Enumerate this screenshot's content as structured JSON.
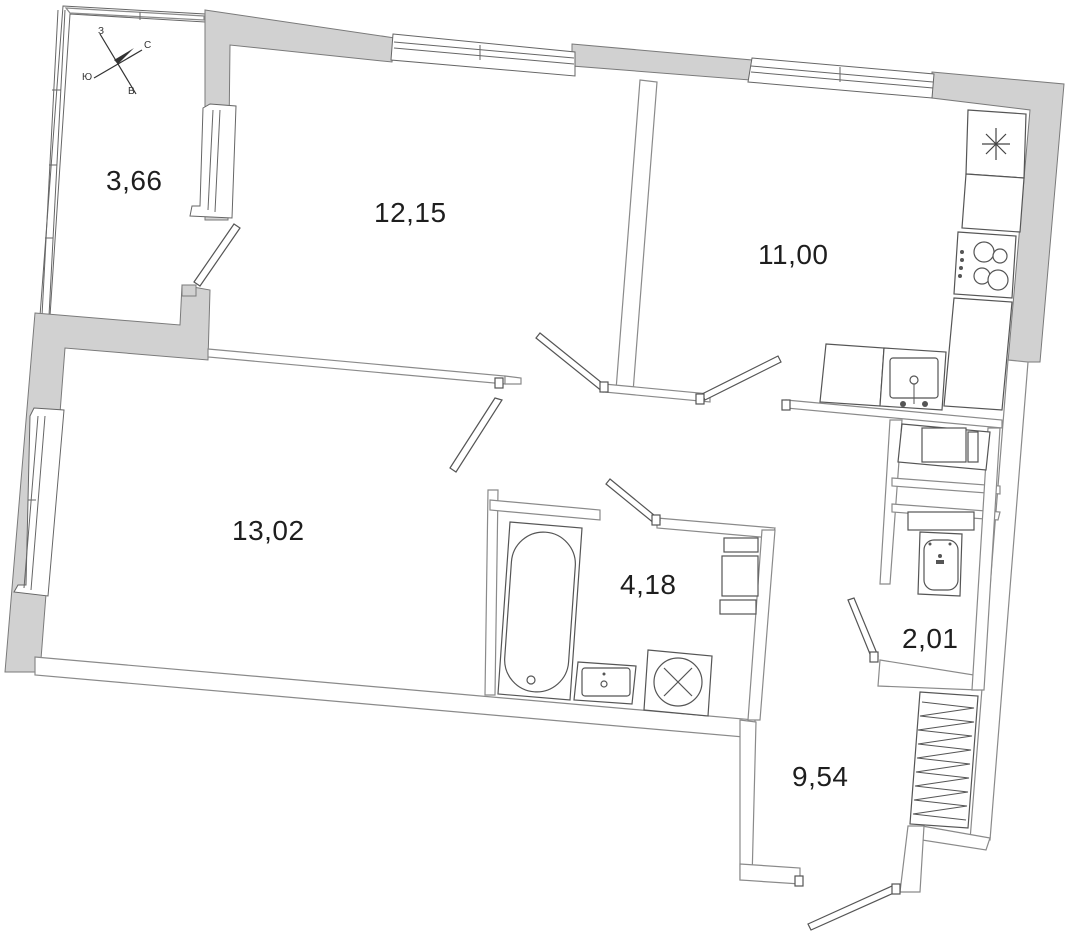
{
  "rooms": [
    {
      "id": "balcony",
      "area": "3,66"
    },
    {
      "id": "bedroom",
      "area": "12,15"
    },
    {
      "id": "kitchen",
      "area": "11,00"
    },
    {
      "id": "living",
      "area": "13,02"
    },
    {
      "id": "bathroom",
      "area": "4,18"
    },
    {
      "id": "toilet",
      "area": "2,01"
    },
    {
      "id": "hallway",
      "area": "9,54"
    }
  ],
  "compass": {
    "north": "С",
    "south": "Ю",
    "west": "З",
    "east": "В"
  },
  "icons": [
    "compass-icon",
    "bathtub-icon",
    "sink-icon",
    "washing-machine-icon",
    "toilet-icon",
    "stove-icon",
    "fridge-icon",
    "wardrobe-icon"
  ],
  "colors": {
    "wall_fill": "#d1d1d1",
    "line": "#555555",
    "text": "#1e1e1e"
  }
}
